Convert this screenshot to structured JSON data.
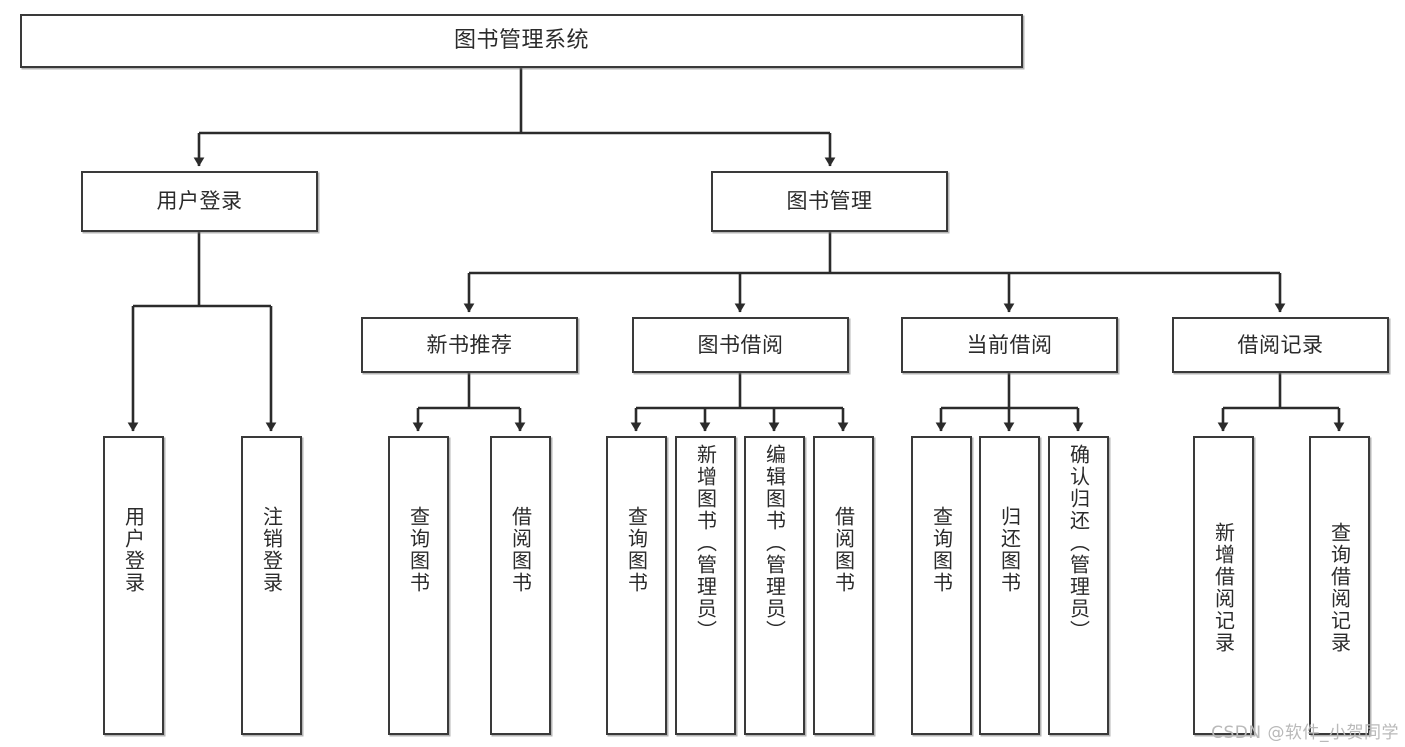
{
  "diagram": {
    "title": "图书管理系统",
    "type": "hierarchical-tree",
    "nodes": {
      "root": {
        "label": "图书管理系统"
      },
      "user_login": {
        "label": "用户登录"
      },
      "book_manage": {
        "label": "图书管理"
      },
      "new_book_rec": {
        "label": "新书推荐"
      },
      "book_borrow": {
        "label": "图书借阅"
      },
      "current_borrow": {
        "label": "当前借阅"
      },
      "borrow_record": {
        "label": "借阅记录"
      },
      "leaf_user_login": {
        "label": "用户登录"
      },
      "leaf_logout": {
        "label": "注销登录"
      },
      "leaf_query_book_1": {
        "label": "查询图书"
      },
      "leaf_borrow_book_1": {
        "label": "借阅图书"
      },
      "leaf_query_book_2": {
        "label": "查询图书"
      },
      "leaf_add_book": {
        "label": "新增图书（管理员）"
      },
      "leaf_edit_book": {
        "label": "编辑图书（管理员）"
      },
      "leaf_borrow_book_2": {
        "label": "借阅图书"
      },
      "leaf_query_book_3": {
        "label": "查询图书"
      },
      "leaf_return_book": {
        "label": "归还图书"
      },
      "leaf_confirm_return": {
        "label": "确认归还（管理员）"
      },
      "leaf_add_record": {
        "label": "新增借阅记录"
      },
      "leaf_query_record": {
        "label": "查询借阅记录"
      }
    },
    "edges": [
      {
        "from": "root",
        "to": "user_login"
      },
      {
        "from": "root",
        "to": "book_manage"
      },
      {
        "from": "user_login",
        "to": "leaf_user_login"
      },
      {
        "from": "user_login",
        "to": "leaf_logout"
      },
      {
        "from": "book_manage",
        "to": "new_book_rec"
      },
      {
        "from": "book_manage",
        "to": "book_borrow"
      },
      {
        "from": "book_manage",
        "to": "current_borrow"
      },
      {
        "from": "book_manage",
        "to": "borrow_record"
      },
      {
        "from": "new_book_rec",
        "to": "leaf_query_book_1"
      },
      {
        "from": "new_book_rec",
        "to": "leaf_borrow_book_1"
      },
      {
        "from": "book_borrow",
        "to": "leaf_query_book_2"
      },
      {
        "from": "book_borrow",
        "to": "leaf_add_book"
      },
      {
        "from": "book_borrow",
        "to": "leaf_edit_book"
      },
      {
        "from": "book_borrow",
        "to": "leaf_borrow_book_2"
      },
      {
        "from": "current_borrow",
        "to": "leaf_query_book_3"
      },
      {
        "from": "current_borrow",
        "to": "leaf_return_book"
      },
      {
        "from": "current_borrow",
        "to": "leaf_confirm_return"
      },
      {
        "from": "borrow_record",
        "to": "leaf_add_record"
      },
      {
        "from": "borrow_record",
        "to": "leaf_query_record"
      }
    ],
    "colors": {
      "box_border": "#3a3a3a",
      "box_fill": "#ffffff",
      "edge": "#2b2b2b",
      "text": "#2b2b2b",
      "watermark": "#b9b9b9"
    }
  },
  "watermark": {
    "text": "CSDN @软件_小贺同学"
  }
}
